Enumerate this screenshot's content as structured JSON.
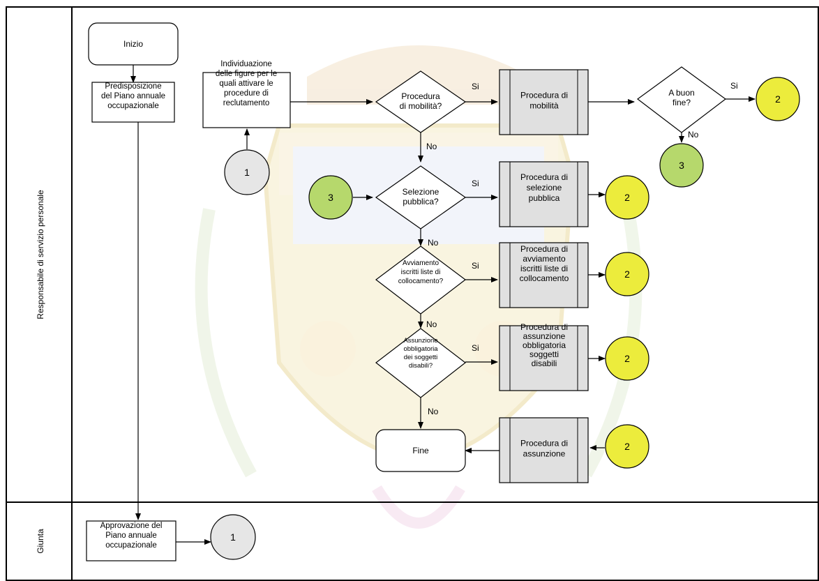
{
  "lanes": [
    {
      "label": "Responsabile di servizio personale"
    },
    {
      "label": "Giunta"
    }
  ],
  "nodes": {
    "inizio": "Inizio",
    "predisposizione": [
      "Predisposizione",
      "del Piano annuale",
      "occupazionale"
    ],
    "individuazione": [
      "Individuazione",
      "delle figure per le",
      "quali attivare le",
      "procedure di",
      "reclutamento"
    ],
    "approvazione": [
      "Approvazione del",
      "Piano annuale",
      "occupazionale"
    ],
    "q_mobilita": [
      "Procedura",
      "di mobilità?"
    ],
    "q_selezione": [
      "Selezione",
      "pubblica?"
    ],
    "q_avviamento": [
      "Avviamento",
      "iscritti liste di",
      "collocamento?"
    ],
    "q_assunzione": [
      "Assunzione",
      "obbligatoria",
      "dei soggetti",
      "disabili?"
    ],
    "q_buonfine": [
      "A buon",
      "fine?"
    ],
    "p_mobilita": [
      "Procedura di",
      "mobilità"
    ],
    "p_selezione": [
      "Procedura di",
      "selezione",
      "pubblica"
    ],
    "p_avviamento": [
      "Procedura di",
      "avviamento",
      "iscritti liste di",
      "collocamento"
    ],
    "p_obbligatoria": [
      "Procedura di",
      "assunzione",
      "obbligatoria",
      "soggetti",
      "disabili"
    ],
    "p_assunzione": [
      "Procedura di",
      "assunzione"
    ],
    "fine": "Fine"
  },
  "connectors": {
    "c1_top": "1",
    "c1_bottom": "1",
    "c2_buonfine": "2",
    "c2_selezione": "2",
    "c2_avviamento": "2",
    "c2_obbligatoria": "2",
    "c2_assunzione": "2",
    "c3_buonfine": "3",
    "c3_selezione": "3"
  },
  "edge_labels": {
    "si": "Si",
    "no": "No"
  },
  "colors": {
    "connector_grey": "#e6e6e6",
    "connector_yellow": "#ecec3c",
    "connector_green": "#b6d86c",
    "process_fill": "#e0e0e0",
    "watermark": "#f3e6b4"
  }
}
